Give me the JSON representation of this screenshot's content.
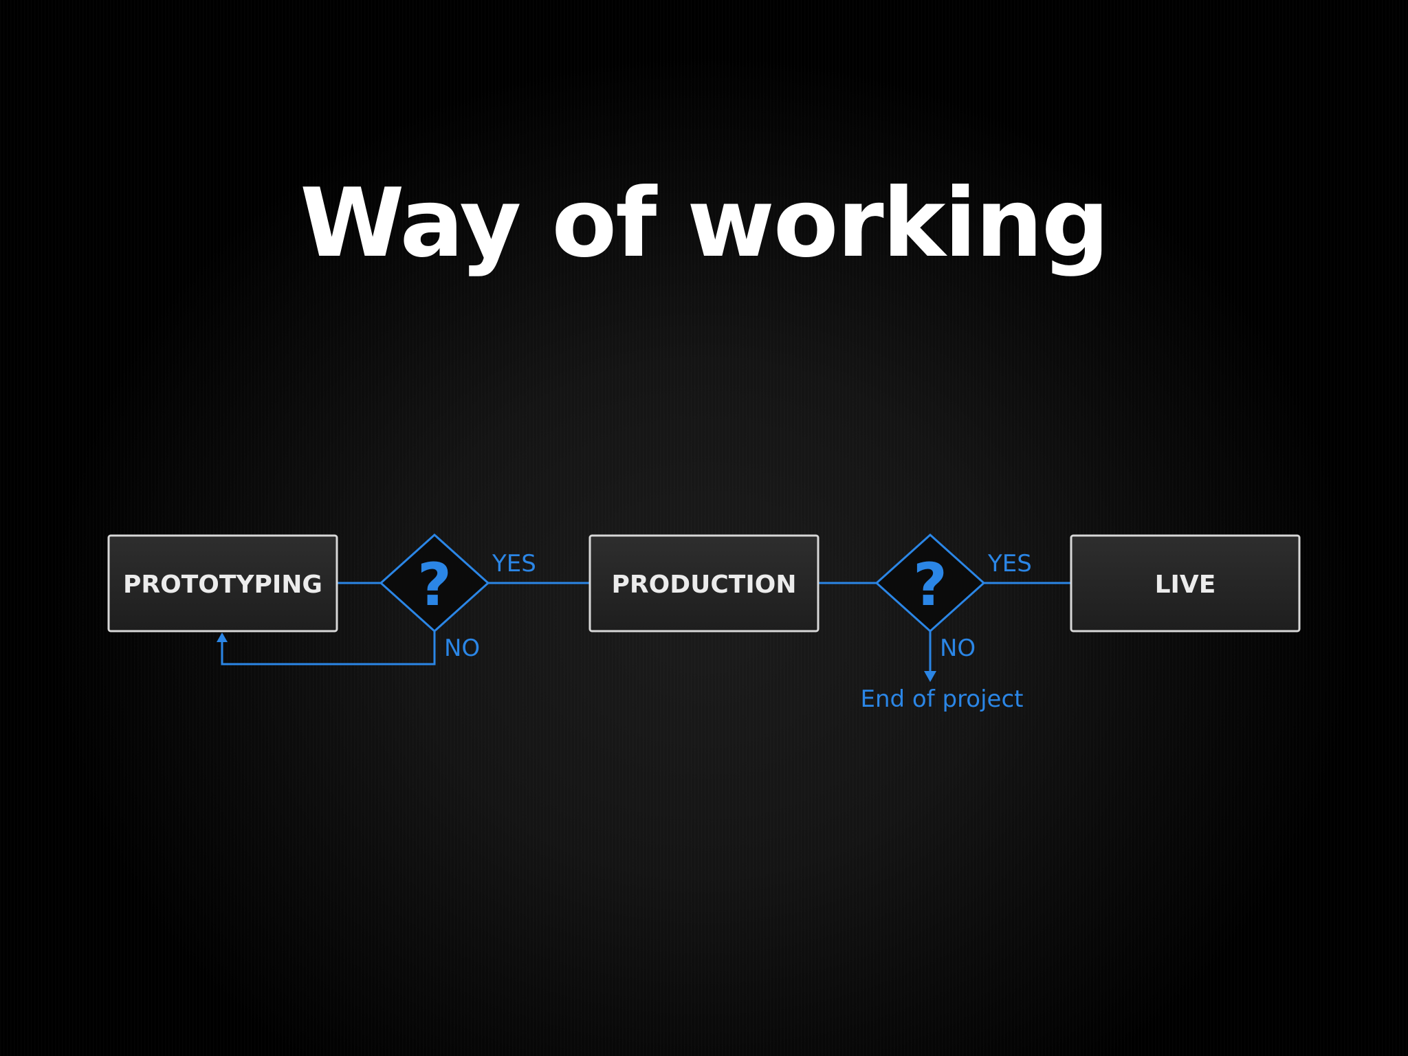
{
  "title": "Way of working",
  "colors": {
    "background": "#000000",
    "accent": "#2b86e6",
    "box_fill": "#262626",
    "box_border": "#d8d8d8",
    "text": "#ffffff"
  },
  "nodes": {
    "prototyping": "PROTOTYPING",
    "production": "PRODUCTION",
    "live": "LIVE"
  },
  "decisions": {
    "first": {
      "symbol": "?",
      "yes_label": "YES",
      "no_label": "NO"
    },
    "second": {
      "symbol": "?",
      "yes_label": "YES",
      "no_label": "NO",
      "no_outcome": "End of project"
    }
  }
}
